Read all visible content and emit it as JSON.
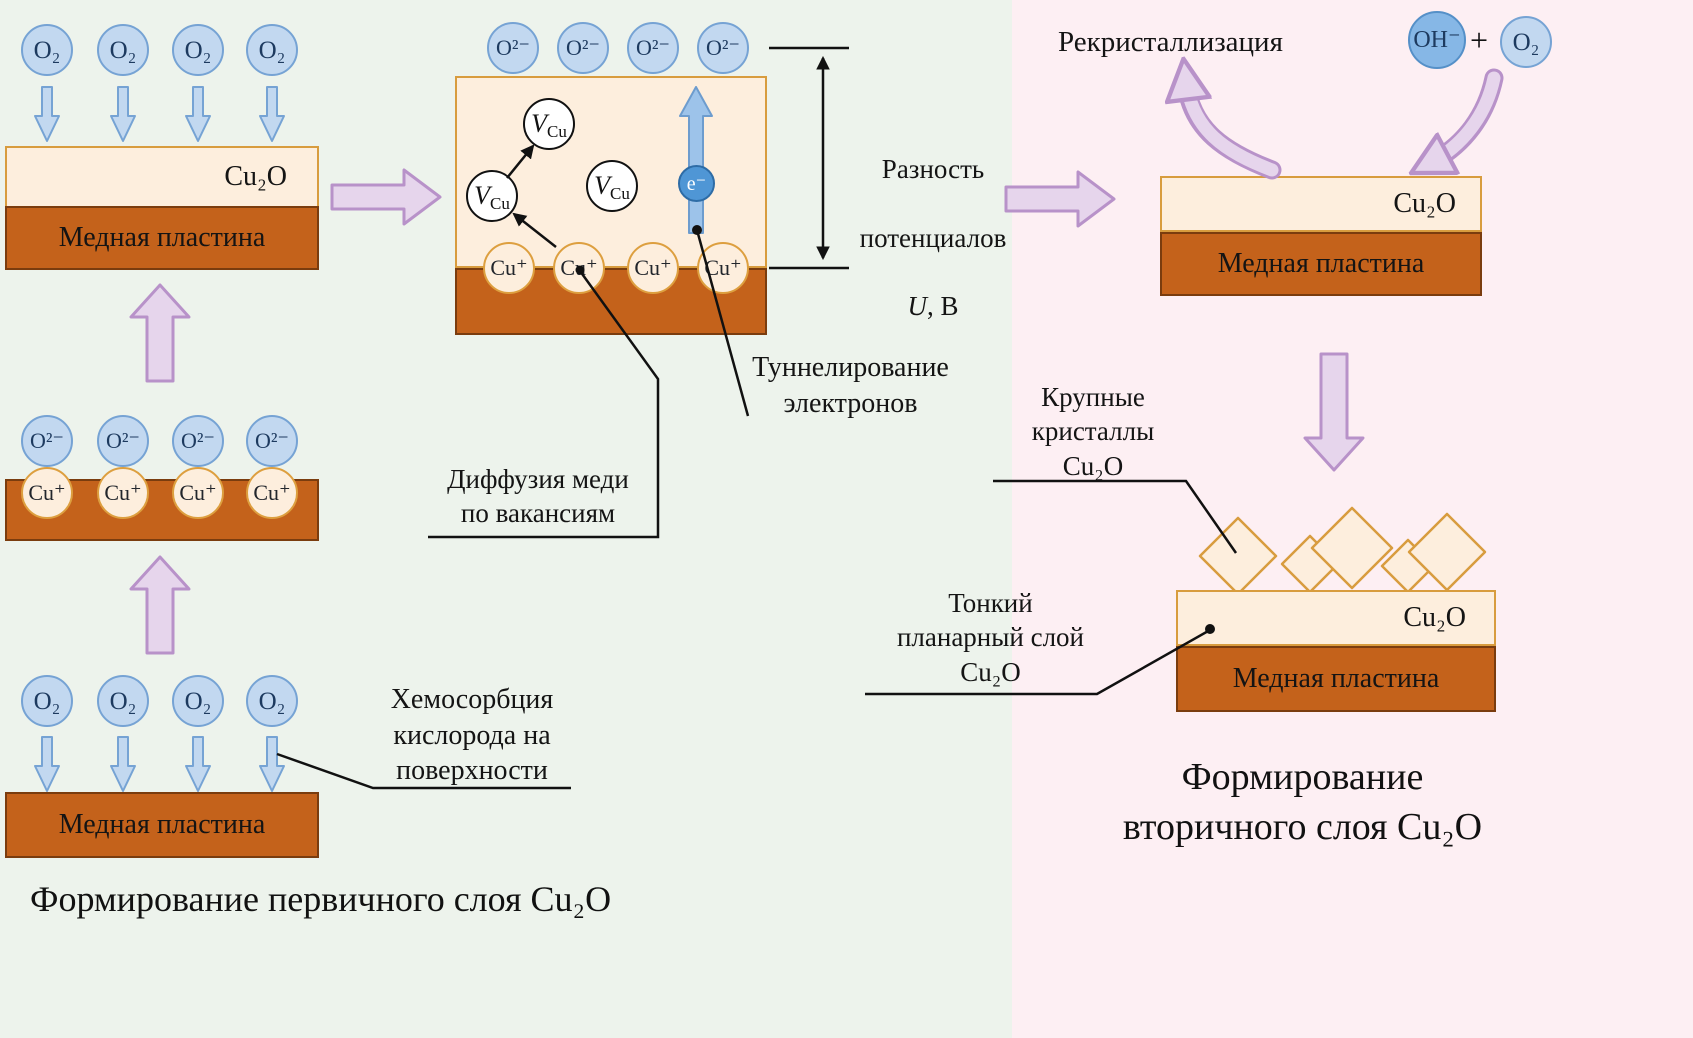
{
  "colors": {
    "left_bg": "#edf3ec",
    "right_bg": "#fdeff3",
    "copper": "#c4621b",
    "copper_border": "#7a3c0e",
    "cream": "#fdeedd",
    "cream_border": "#d89c3e",
    "ion_blue": "#c2d8f0",
    "ion_blue_border": "#76a3d4",
    "cu_ion_border": "#dd9f3f",
    "electron_blue": "#4f96d5",
    "purple": "#e6d5ec",
    "purple_border": "#b892c9"
  },
  "left_panel": {
    "caption": "Формирование первичного слоя Cu₂O",
    "stage_top": {
      "o2_row": [
        "O₂",
        "O₂",
        "O₂",
        "O₂"
      ],
      "cu2o_label": "Cu₂O",
      "plate_label": "Медная пластина"
    },
    "stage_mid": {
      "o2minus_row": [
        "O²⁻",
        "O²⁻",
        "O²⁻",
        "O²⁻"
      ],
      "cuplus_row": [
        "Cu⁺",
        "Cu⁺",
        "Cu⁺",
        "Cu⁺"
      ]
    },
    "stage_bottom": {
      "o2_row": [
        "O₂",
        "O₂",
        "O₂",
        "O₂"
      ],
      "plate_label": "Медная пластина",
      "chemisorption_note": "Хемосорбция\nкислорода на\nповерхности"
    }
  },
  "center_panel": {
    "o2minus_row": [
      "O²⁻",
      "O²⁻",
      "O²⁻",
      "O²⁻"
    ],
    "cuplus_row": [
      "Cu⁺",
      "Cu⁺",
      "Cu⁺",
      "Cu⁺"
    ],
    "vacancy": {
      "symbol": "V",
      "subscript": "Cu"
    },
    "electron_label": "e⁻",
    "potential_note": {
      "line1": "Разность",
      "line2": "потенциалов",
      "symbol": "U",
      "unit": ", В"
    },
    "tunneling_note": "Туннелирование\nэлектронов",
    "diffusion_note": "Диффузия меди\nпо вакансиям"
  },
  "right_panel": {
    "recrystallization_label": "Рекристаллизация",
    "reagents": {
      "oh": "OH⁻",
      "plus": "+",
      "o2": "O₂"
    },
    "top_stack": {
      "cu2o_label": "Cu₂O",
      "plate_label": "Медная пластина"
    },
    "crystals_note": "Крупные\nкристаллы\nCu₂O",
    "thin_layer_note": "Тонкий\nпланарный слой\nCu₂O",
    "bottom_stack": {
      "cu2o_label": "Cu₂O",
      "plate_label": "Медная пластина"
    },
    "caption": "Формирование\nвторичного слоя Cu₂O"
  }
}
